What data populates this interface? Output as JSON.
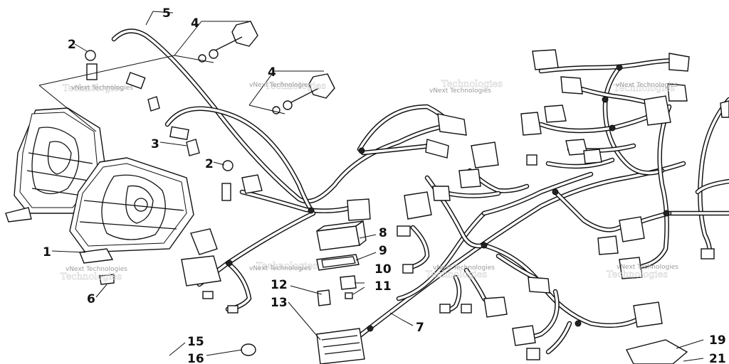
{
  "diagram": {
    "callouts": [
      {
        "id": "c1",
        "text": "1"
      },
      {
        "id": "c2a",
        "text": "2"
      },
      {
        "id": "c2b",
        "text": "2"
      },
      {
        "id": "c3",
        "text": "3"
      },
      {
        "id": "c4a",
        "text": "4"
      },
      {
        "id": "c4b",
        "text": "4"
      },
      {
        "id": "c5",
        "text": "5"
      },
      {
        "id": "c6",
        "text": "6"
      },
      {
        "id": "c7",
        "text": "7"
      },
      {
        "id": "c8",
        "text": "8"
      },
      {
        "id": "c9",
        "text": "9"
      },
      {
        "id": "c10",
        "text": "10"
      },
      {
        "id": "c11",
        "text": "11"
      },
      {
        "id": "c12",
        "text": "12"
      },
      {
        "id": "c13",
        "text": "13"
      },
      {
        "id": "c15",
        "text": "15"
      },
      {
        "id": "c16",
        "text": "16"
      },
      {
        "id": "c19",
        "text": "19"
      },
      {
        "id": "c21",
        "text": "21"
      }
    ],
    "watermark": {
      "text": "vNext Technologies",
      "faint_text": "Technologies"
    }
  }
}
